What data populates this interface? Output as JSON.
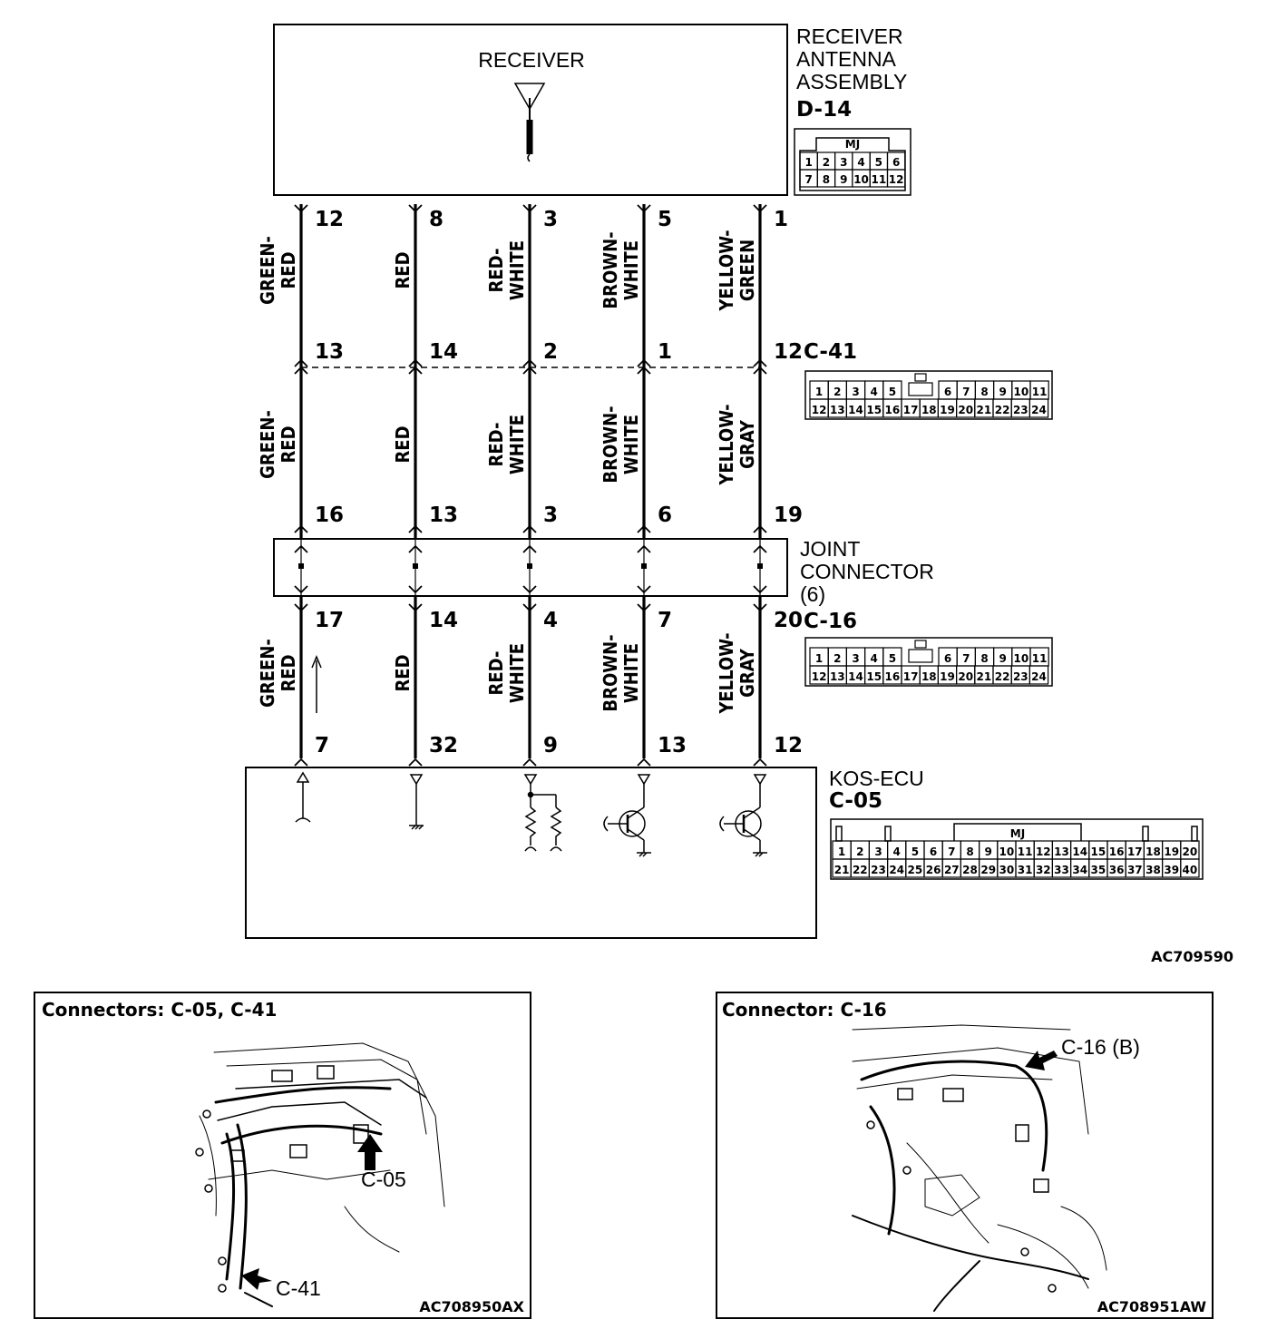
{
  "receiver_box": {
    "title": "RECEIVER",
    "assembly_label": [
      "RECEIVER",
      "ANTENNA",
      "ASSEMBLY"
    ],
    "connector_id": "D-14",
    "connector_tag": "MJ",
    "pin_rows": [
      [
        "1",
        "2",
        "3",
        "4",
        "5",
        "6"
      ],
      [
        "7",
        "8",
        "9",
        "10",
        "11",
        "12"
      ]
    ]
  },
  "c41": {
    "connector_id": "C-41",
    "pin_rows": [
      [
        "1",
        "2",
        "3",
        "4",
        "5",
        "6",
        "7",
        "8",
        "9",
        "10",
        "11"
      ],
      [
        "12",
        "13",
        "14",
        "15",
        "16",
        "17",
        "18",
        "19",
        "20",
        "21",
        "22",
        "23",
        "24"
      ]
    ]
  },
  "joint": {
    "label": [
      "JOINT",
      "CONNECTOR",
      "(6)"
    ]
  },
  "c16": {
    "connector_id": "C-16",
    "pin_rows": [
      [
        "1",
        "2",
        "3",
        "4",
        "5",
        "6",
        "7",
        "8",
        "9",
        "10",
        "11"
      ],
      [
        "12",
        "13",
        "14",
        "15",
        "16",
        "17",
        "18",
        "19",
        "20",
        "21",
        "22",
        "23",
        "24"
      ]
    ]
  },
  "ecu": {
    "label": "KOS-ECU",
    "connector_id": "C-05",
    "connector_tag": "MJ",
    "pin_rows": [
      [
        "1",
        "2",
        "3",
        "4",
        "5",
        "6",
        "7",
        "8",
        "9",
        "10",
        "11",
        "12",
        "13",
        "14",
        "15",
        "16",
        "17",
        "18",
        "19",
        "20"
      ],
      [
        "21",
        "22",
        "23",
        "24",
        "25",
        "26",
        "27",
        "28",
        "29",
        "30",
        "31",
        "32",
        "33",
        "34",
        "35",
        "36",
        "37",
        "38",
        "39",
        "40"
      ]
    ]
  },
  "wires": [
    {
      "pins": [
        "12",
        "13",
        "16",
        "17",
        "7"
      ],
      "seg1": [
        "GREEN-",
        "RED"
      ],
      "seg2": [
        "GREEN-",
        "RED"
      ],
      "seg3": [
        "GREEN-",
        "RED"
      ]
    },
    {
      "pins": [
        "8",
        "14",
        "13",
        "14",
        "32"
      ],
      "seg1": [
        "RED"
      ],
      "seg2": [
        "RED"
      ],
      "seg3": [
        "RED"
      ]
    },
    {
      "pins": [
        "3",
        "2",
        "3",
        "4",
        "9"
      ],
      "seg1": [
        "RED-",
        "WHITE"
      ],
      "seg2": [
        "RED-",
        "WHITE"
      ],
      "seg3": [
        "RED-",
        "WHITE"
      ]
    },
    {
      "pins": [
        "5",
        "1",
        "6",
        "7",
        "13"
      ],
      "seg1": [
        "BROWN-",
        "WHITE"
      ],
      "seg2": [
        "BROWN-",
        "WHITE"
      ],
      "seg3": [
        "BROWN-",
        "WHITE"
      ]
    },
    {
      "pins": [
        "1",
        "12",
        "19",
        "20",
        "12"
      ],
      "seg1": [
        "YELLOW-",
        "GREEN"
      ],
      "seg2": [
        "YELLOW-",
        "GRAY"
      ],
      "seg3": [
        "YELLOW-",
        "GRAY"
      ]
    }
  ],
  "figure_code": "AC709590",
  "panel_left": {
    "title": "Connectors: C-05, C-41",
    "callout_a": "C-05",
    "callout_b": "C-41",
    "code": "AC708950AX"
  },
  "panel_right": {
    "title": "Connector: C-16",
    "callout_a": "C-16 (B)",
    "code": "AC708951AW"
  }
}
